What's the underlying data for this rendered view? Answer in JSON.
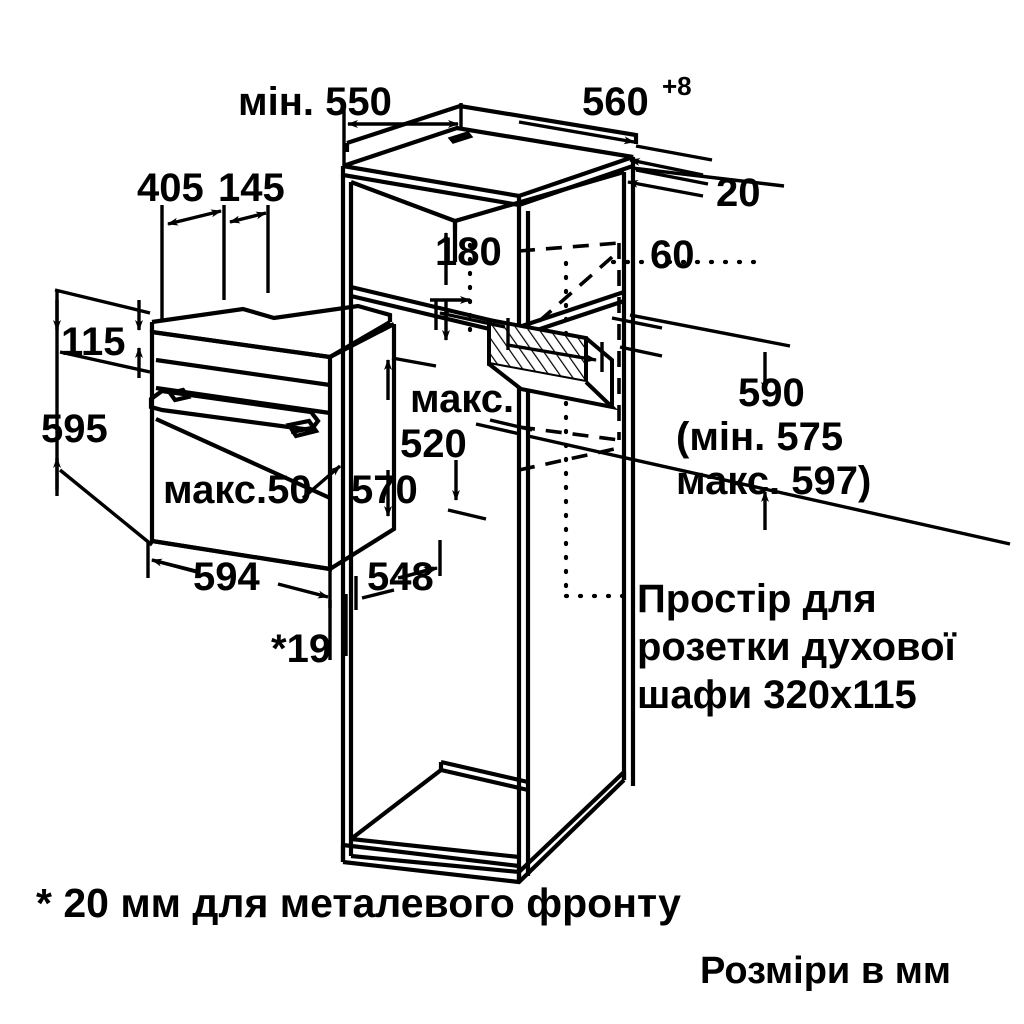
{
  "drawing": {
    "title": "Built-in oven installation dimensions",
    "language": "uk",
    "stroke_color": "#000000",
    "background_color": "#ffffff",
    "units_note": "Розміри в мм",
    "footnote": "* 20 мм для металевого фронту"
  },
  "dimensions": {
    "min_550": "мін. 550",
    "d_560": "560",
    "d_560_tolerance": "+8",
    "d_405": "405",
    "d_145": "145",
    "d_20": "20",
    "d_180": "180",
    "d_60": "60",
    "d_115": "115",
    "d_595": "595",
    "max_520_line1": "макс.",
    "max_520_line2": "520",
    "max_50": "макс.50",
    "d_570": "570",
    "d_594": "594",
    "d_548": "548",
    "d_19": "*19",
    "d_590": "590",
    "d_590_min": "(мін. 575",
    "d_590_max": "макс. 597)"
  },
  "annotations": {
    "socket_line1": "Простір для",
    "socket_line2": "розетки духової",
    "socket_line3": "шафи 320x115"
  }
}
